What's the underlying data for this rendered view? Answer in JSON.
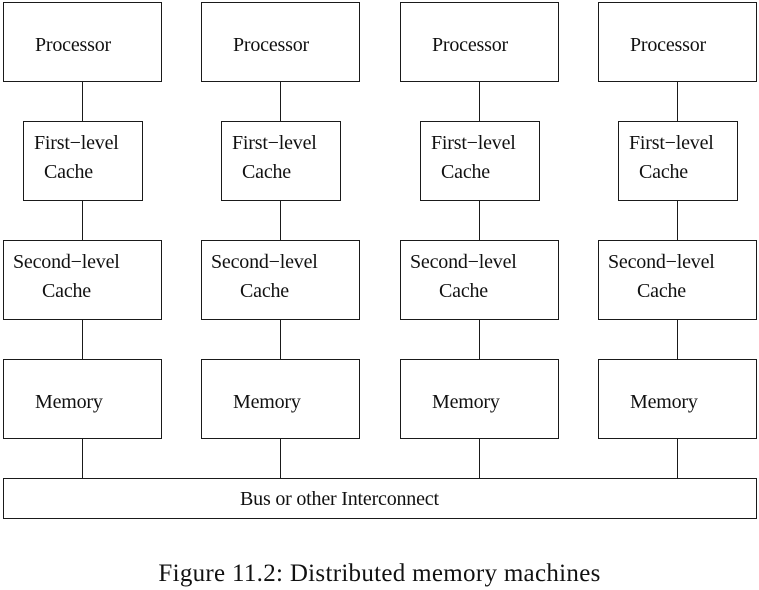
{
  "diagram": {
    "nodes": [
      {
        "name": "processor",
        "label": "Processor"
      },
      {
        "name": "first-level-cache",
        "label": "First−level\nCache"
      },
      {
        "name": "second-level-cache",
        "label": "Second−level\nCache"
      },
      {
        "name": "memory",
        "label": "Memory"
      }
    ],
    "node_count": 4,
    "bus": {
      "label": "Bus or other Interconnect"
    },
    "edges": [
      [
        "processor",
        "first-level-cache"
      ],
      [
        "first-level-cache",
        "second-level-cache"
      ],
      [
        "second-level-cache",
        "memory"
      ],
      [
        "memory",
        "bus"
      ]
    ]
  },
  "caption": "Figure 11.2: Distributed memory machines"
}
